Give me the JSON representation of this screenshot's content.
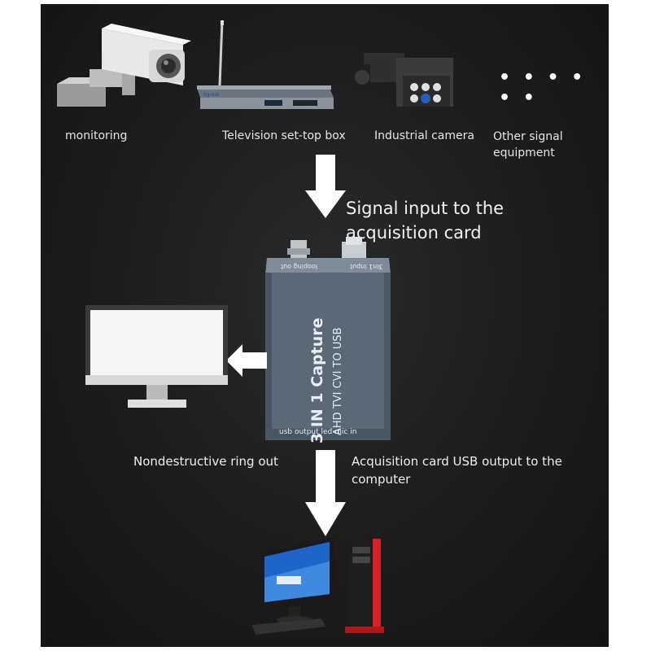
{
  "sources": {
    "monitoring": "monitoring",
    "set_top_box": "Television set-top box",
    "industrial_camera": "Industrial camera",
    "other_line1": "Other signal",
    "other_line2": "equipment",
    "ellipsis": "• • • • • •"
  },
  "signal_input": {
    "line1": "Signal input to the",
    "line2": "acquisition card"
  },
  "device": {
    "title": "3 IN 1 Capture",
    "subtitle": "AHD TVI CVI TO USB",
    "top_port_left": "looping out",
    "top_port_right": "3in1 input",
    "bottom_labels": "usb output  led      mic in"
  },
  "outputs": {
    "ring_out": "Nondestructive ring out",
    "usb_line1": "Acquisition card USB output to the",
    "usb_line2": "computer"
  },
  "set_top_box_brand": "Egreat",
  "colors": {
    "background": "#1c1c1c",
    "arrow": "#ffffff",
    "device_body": "#5c6a78",
    "label_text": "#e6e6e6"
  }
}
